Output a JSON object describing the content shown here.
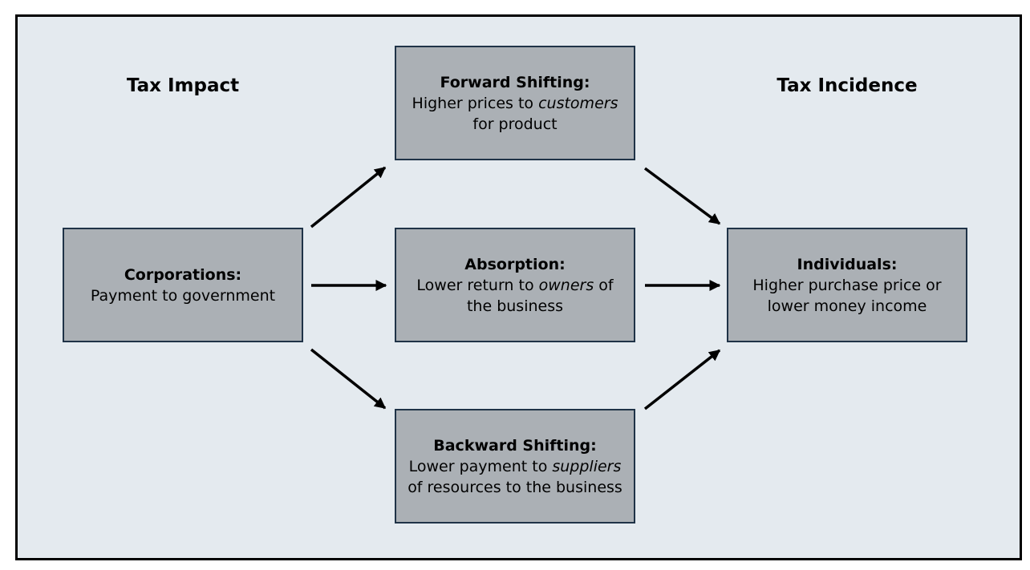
{
  "headings": {
    "left": "Tax Impact",
    "right": "Tax Incidence"
  },
  "boxes": {
    "corporations": {
      "title": "Corporations:",
      "body": [
        "Payment to government"
      ]
    },
    "forward": {
      "title": "Forward Shifting:",
      "line1_pre": "Higher prices to ",
      "line1_em": "customers",
      "line2": "for product"
    },
    "absorption": {
      "title": "Absorption:",
      "line1_pre": "Lower return to ",
      "line1_em": "owners",
      "line1_post": " of",
      "line2": "the business"
    },
    "backward": {
      "title": "Backward Shifting:",
      "line1_pre": "Lower payment to ",
      "line1_em": "suppliers",
      "line2": "of resources to the business"
    },
    "individuals": {
      "title": "Individuals:",
      "line1": "Higher purchase price or",
      "line2": "lower money income"
    }
  },
  "colors": {
    "background": "#e4eaef",
    "box_fill": "#abb0b5",
    "box_border": "#1f3347",
    "arrow": "#000000"
  }
}
